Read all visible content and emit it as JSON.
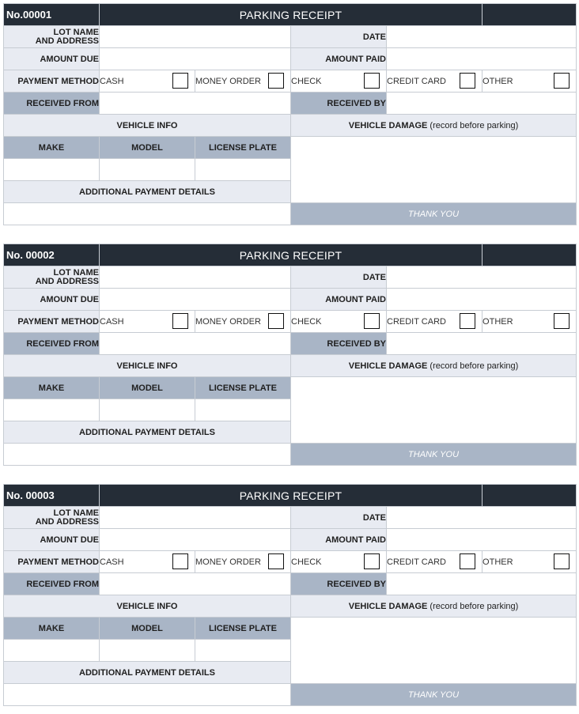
{
  "receipts": [
    {
      "number": "No.00001"
    },
    {
      "number": "No. 00002"
    },
    {
      "number": "No. 00003"
    }
  ],
  "labels": {
    "title": "PARKING RECEIPT",
    "lot_line1": "LOT NAME",
    "lot_line2": "AND ADDRESS",
    "date": "DATE",
    "amount_due": "AMOUNT DUE",
    "amount_paid": "AMOUNT PAID",
    "payment_method": "PAYMENT METHOD",
    "received_from": "RECEIVED FROM",
    "received_by": "RECEIVED BY",
    "vehicle_info": "VEHICLE INFO",
    "vehicle_damage": "VEHICLE DAMAGE",
    "vehicle_damage_note": "(record before parking)",
    "make": "MAKE",
    "model": "MODEL",
    "license_plate": "LICENSE PLATE",
    "additional_details": "ADDITIONAL PAYMENT DETAILS",
    "thank_you": "THANK YOU"
  },
  "payment_options": [
    "CASH",
    "MONEY ORDER",
    "CHECK",
    "CREDIT CARD",
    "OTHER"
  ],
  "colors": {
    "header": "#252d37",
    "label_light": "#e8ebf2",
    "label_dark": "#a9b5c6",
    "border": "#c7ccd3"
  }
}
